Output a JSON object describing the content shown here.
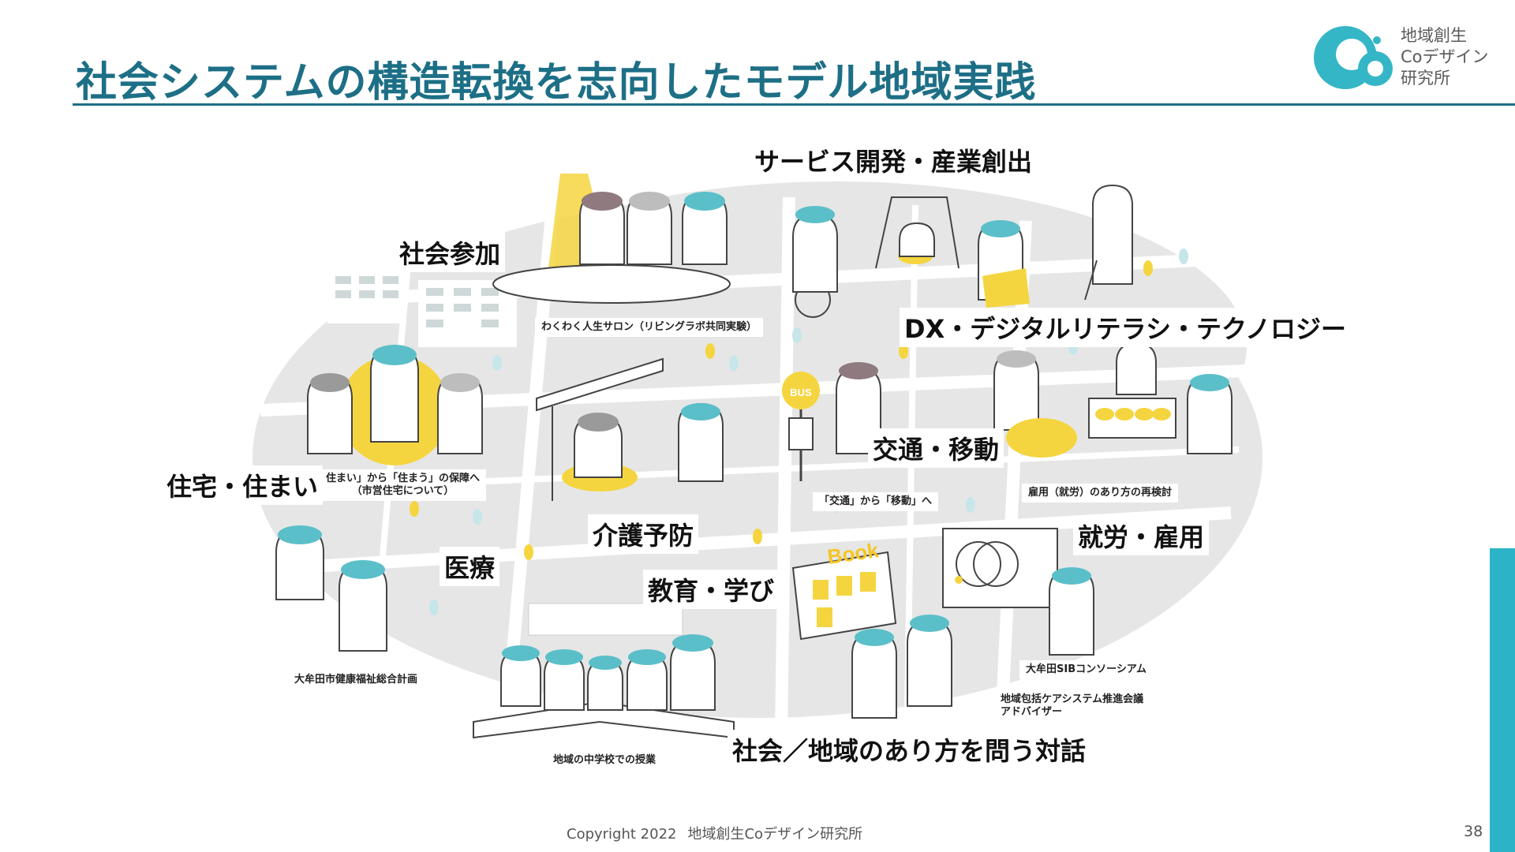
{
  "header": {
    "title": "社会システムの構造転換を志向したモデル地域実践",
    "logo_text": [
      "地域創生",
      "Coデザイン",
      "研究所"
    ]
  },
  "labels": {
    "service_dev": "サービス開発・産業創出",
    "social_participation": "社会参加",
    "dx": "DX・デジタルリテラシ・テクノロジー",
    "transport": "交通・移動",
    "housing": "住宅・住まい",
    "care_prevention": "介護予防",
    "employment": "就労・雇用",
    "medical": "医療",
    "education": "教育・学び",
    "dialogue": "社会／地域のあり方を問う対話"
  },
  "captions": {
    "salon": "わくわく人生サロン（リビングラボ共同実験）",
    "housing_1": "住まい」から「住まう」の保障へ",
    "housing_2": "（市営住宅について）",
    "transport": "「交通」から「移動」へ",
    "employment": "雇用（就労）のあり方の再検討",
    "omuta_plan": "大牟田市健康福祉総合計画",
    "sib": "大牟田SIBコンソーシアム",
    "care_advisor_1": "地域包括ケアシステム推進会議",
    "care_advisor_2": "アドバイザー",
    "school": "地域の中学校での授業"
  },
  "illustration_text": {
    "bus_sign": "BUS",
    "book_sign": "Book"
  },
  "footer": {
    "copyright": "Copyright 2022",
    "org": "地域創生Coデザイン研究所",
    "page": "38"
  },
  "colors": {
    "title": "#1d6f86",
    "accent": "#2cb3c8",
    "teal_hair": "#5bbfc9",
    "yellow": "#f5d53f",
    "map_gray": "#e6e6e6"
  }
}
